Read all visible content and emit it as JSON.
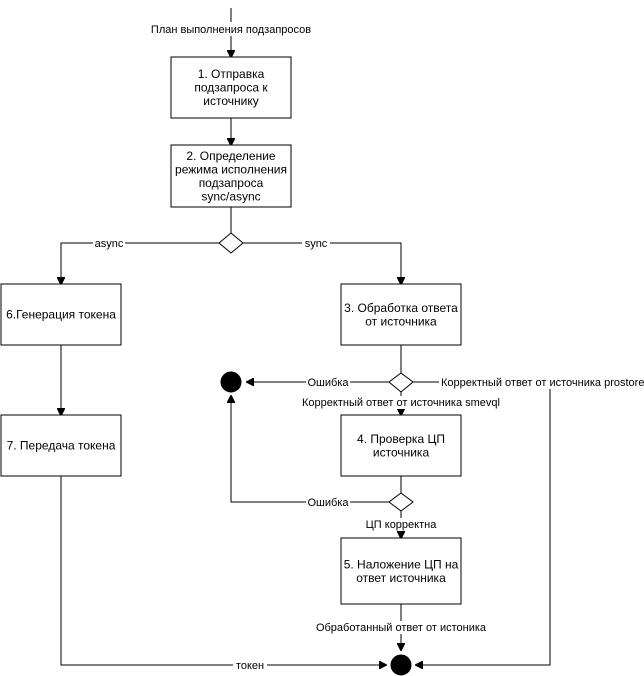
{
  "nodes": {
    "step1": [
      "1. Отправка",
      "подзапроса к",
      "источнику"
    ],
    "step2": [
      "2. Определение",
      "режима исполнения",
      "подзапроса",
      "sync/async"
    ],
    "step3": [
      "3. Обработка ответа",
      "от источника"
    ],
    "step4": [
      "4. Проверка ЦП",
      "источника"
    ],
    "step5": [
      "5. Наложение ЦП на",
      "ответ источника"
    ],
    "step6": [
      "6.Генерация токена"
    ],
    "step7": [
      "7. Передача токена"
    ]
  },
  "labels": {
    "plan": "План выполнения подзапросов",
    "async": "async",
    "sync": "sync",
    "error1": "Ошибка",
    "prostore": "Корректный ответ от источника prostore",
    "smevql": "Корректный ответ от источника smevql",
    "error2": "Ошибка",
    "cp_ok": "ЦП корректна",
    "processed": "Обработанный ответ от истоника",
    "token": "токен"
  }
}
